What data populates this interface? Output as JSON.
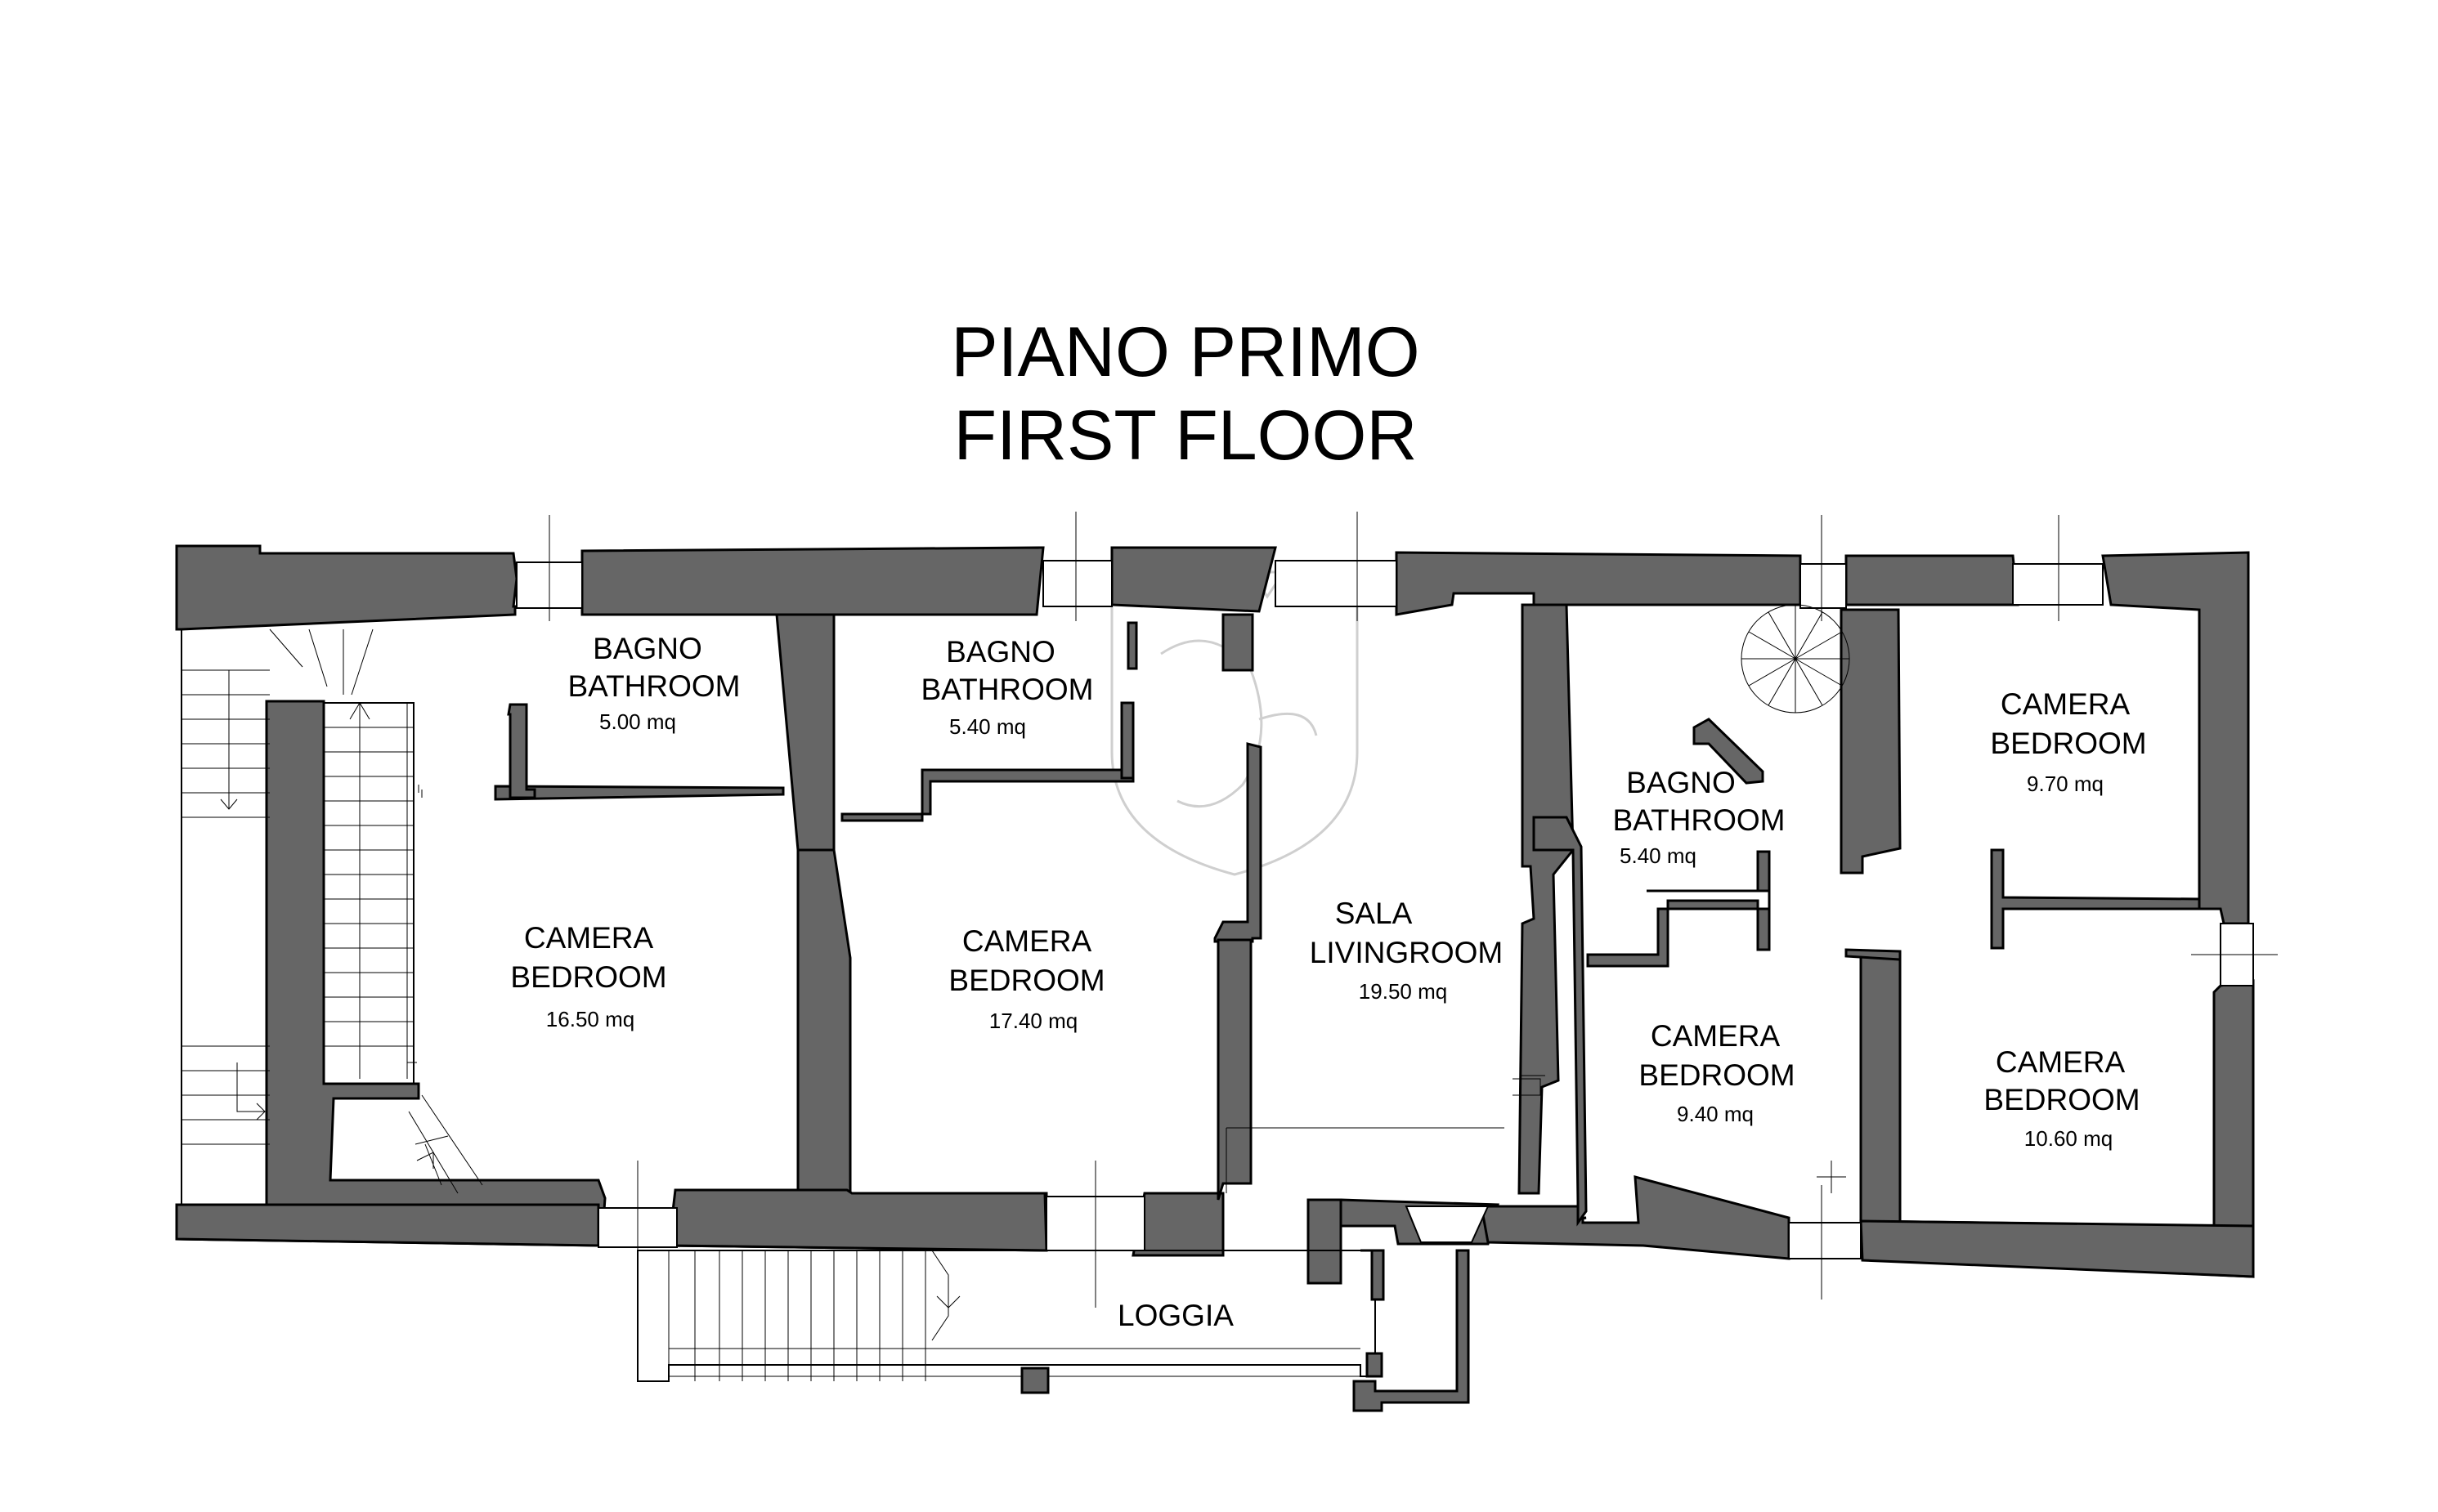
{
  "title": {
    "line1": "PIANO PRIMO",
    "line2": "FIRST FLOOR"
  },
  "rooms": {
    "bagno_1": {
      "name_it": "BAGNO",
      "name_en": "BATHROOM",
      "area": "5.00 mq"
    },
    "bagno_2": {
      "name_it": "BAGNO",
      "name_en": "BATHROOM",
      "area": "5.40 mq"
    },
    "camera_1": {
      "name_it": "CAMERA",
      "name_en": "BEDROOM",
      "area": "16.50 mq"
    },
    "camera_2": {
      "name_it": "CAMERA",
      "name_en": "BEDROOM",
      "area": "17.40 mq"
    },
    "sala": {
      "name_it": "SALA",
      "name_en": "LIVINGROOM",
      "area": "19.50 mq"
    },
    "bagno_3": {
      "name_it": "BAGNO",
      "name_en": "BATHROOM",
      "area": "5.40 mq"
    },
    "camera_3": {
      "name_it": "CAMERA",
      "name_en": "BEDROOM",
      "area": "9.40 mq"
    },
    "camera_4": {
      "name_it": "CAMERA",
      "name_en": "BEDROOM",
      "area": "9.70 mq"
    },
    "camera_5": {
      "name_it": "CAMERA",
      "name_en": "BEDROOM",
      "area": "10.60 mq"
    },
    "loggia": {
      "name": "LOGGIA"
    }
  },
  "colors": {
    "wall_fill": "#666666",
    "line": "#000000",
    "background": "#ffffff",
    "watermark": "#cfcfcf"
  }
}
